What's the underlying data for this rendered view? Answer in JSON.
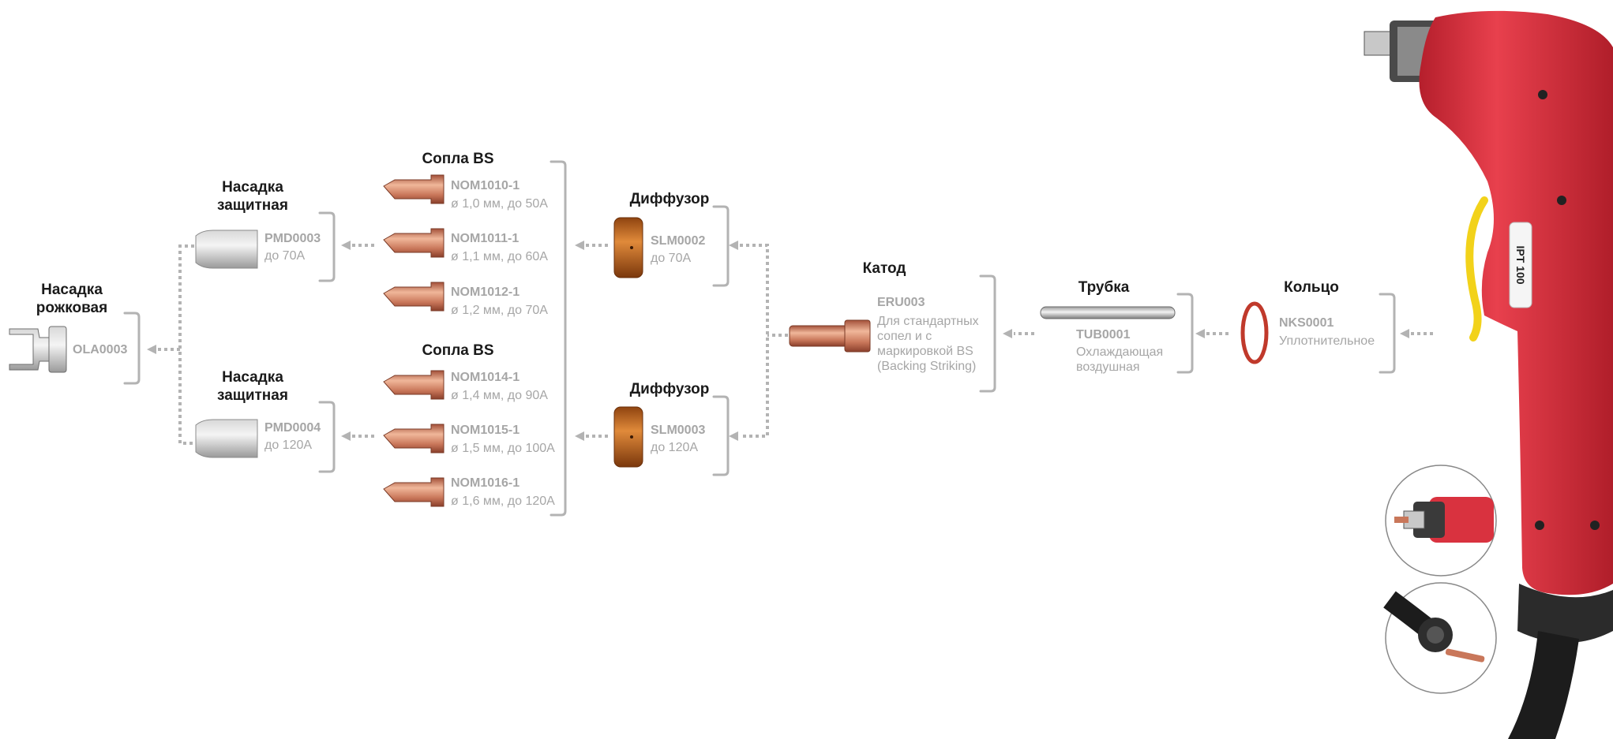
{
  "groups": {
    "horn_nozzle": {
      "title": "Насадка рожковая",
      "code": "OLA0003"
    },
    "shield_top": {
      "title": "Насадка защитная",
      "code": "PMD0003",
      "desc": "до 70А"
    },
    "shield_bottom": {
      "title": "Насадка защитная",
      "code": "PMD0004",
      "desc": "до 120А"
    },
    "nozzles_top": {
      "title": "Сопла BS",
      "items": [
        {
          "code": "NOM1010-1",
          "desc": "ø 1,0 мм, до 50А"
        },
        {
          "code": "NOM1011-1",
          "desc": "ø 1,1 мм, до 60А"
        },
        {
          "code": "NOM1012-1",
          "desc": "ø 1,2 мм, до 70А"
        }
      ]
    },
    "nozzles_bottom": {
      "title": "Сопла BS",
      "items": [
        {
          "code": "NOM1014-1",
          "desc": "ø 1,4 мм, до 90А"
        },
        {
          "code": "NOM1015-1",
          "desc": "ø 1,5 мм, до 100А"
        },
        {
          "code": "NOM1016-1",
          "desc": "ø 1,6 мм, до 120А"
        }
      ]
    },
    "diffuser_top": {
      "title": "Диффузор",
      "code": "SLM0002",
      "desc": "до 70А"
    },
    "diffuser_bottom": {
      "title": "Диффузор",
      "code": "SLM0003",
      "desc": "до 120А"
    },
    "cathode": {
      "title": "Катод",
      "code": "ERU003",
      "desc": "Для стандартных сопел и с маркировкой BS (Backing Striking)"
    },
    "tube": {
      "title": "Трубка",
      "code": "TUB0001",
      "desc": "Охлаждающая воздушная"
    },
    "ring": {
      "title": "Кольцо",
      "code": "NKS0001",
      "desc": "Уплотнительное"
    }
  },
  "torch": {
    "label": "IPT 100"
  },
  "colors": {
    "connector": "#b3b3b3",
    "copper": "#c9775a",
    "brass": "#c96a1e",
    "torch_red": "#d9323f",
    "ring": "#c0392b",
    "handle_yellow": "#f2d21a"
  }
}
